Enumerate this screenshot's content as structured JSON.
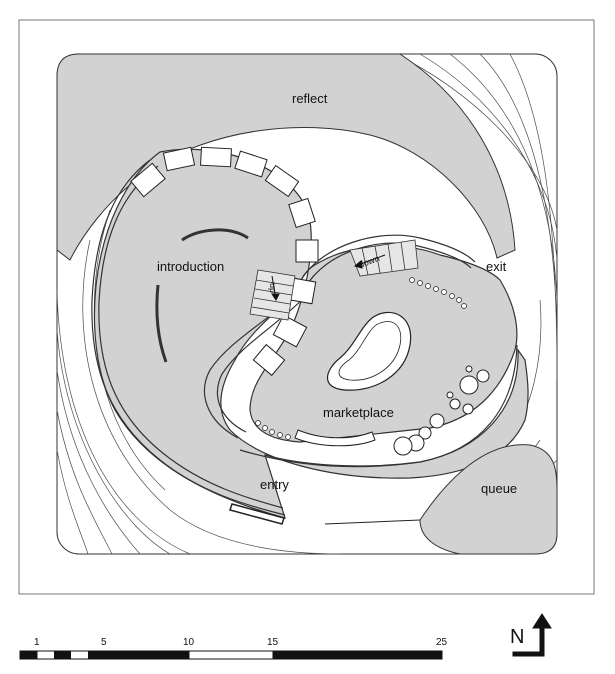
{
  "labels": {
    "reflect": "reflect",
    "introduction": "introduction",
    "exit": "exit",
    "marketplace": "marketplace",
    "entry": "entry",
    "queue": "queue",
    "up": "up",
    "down": "down"
  },
  "scale_bar": {
    "ticks": [
      "1",
      "5",
      "10",
      "15",
      "25"
    ]
  },
  "north": {
    "letter": "N"
  },
  "colors": {
    "floor": "#d2d2d2",
    "line": "#333333",
    "background": "#ffffff"
  }
}
